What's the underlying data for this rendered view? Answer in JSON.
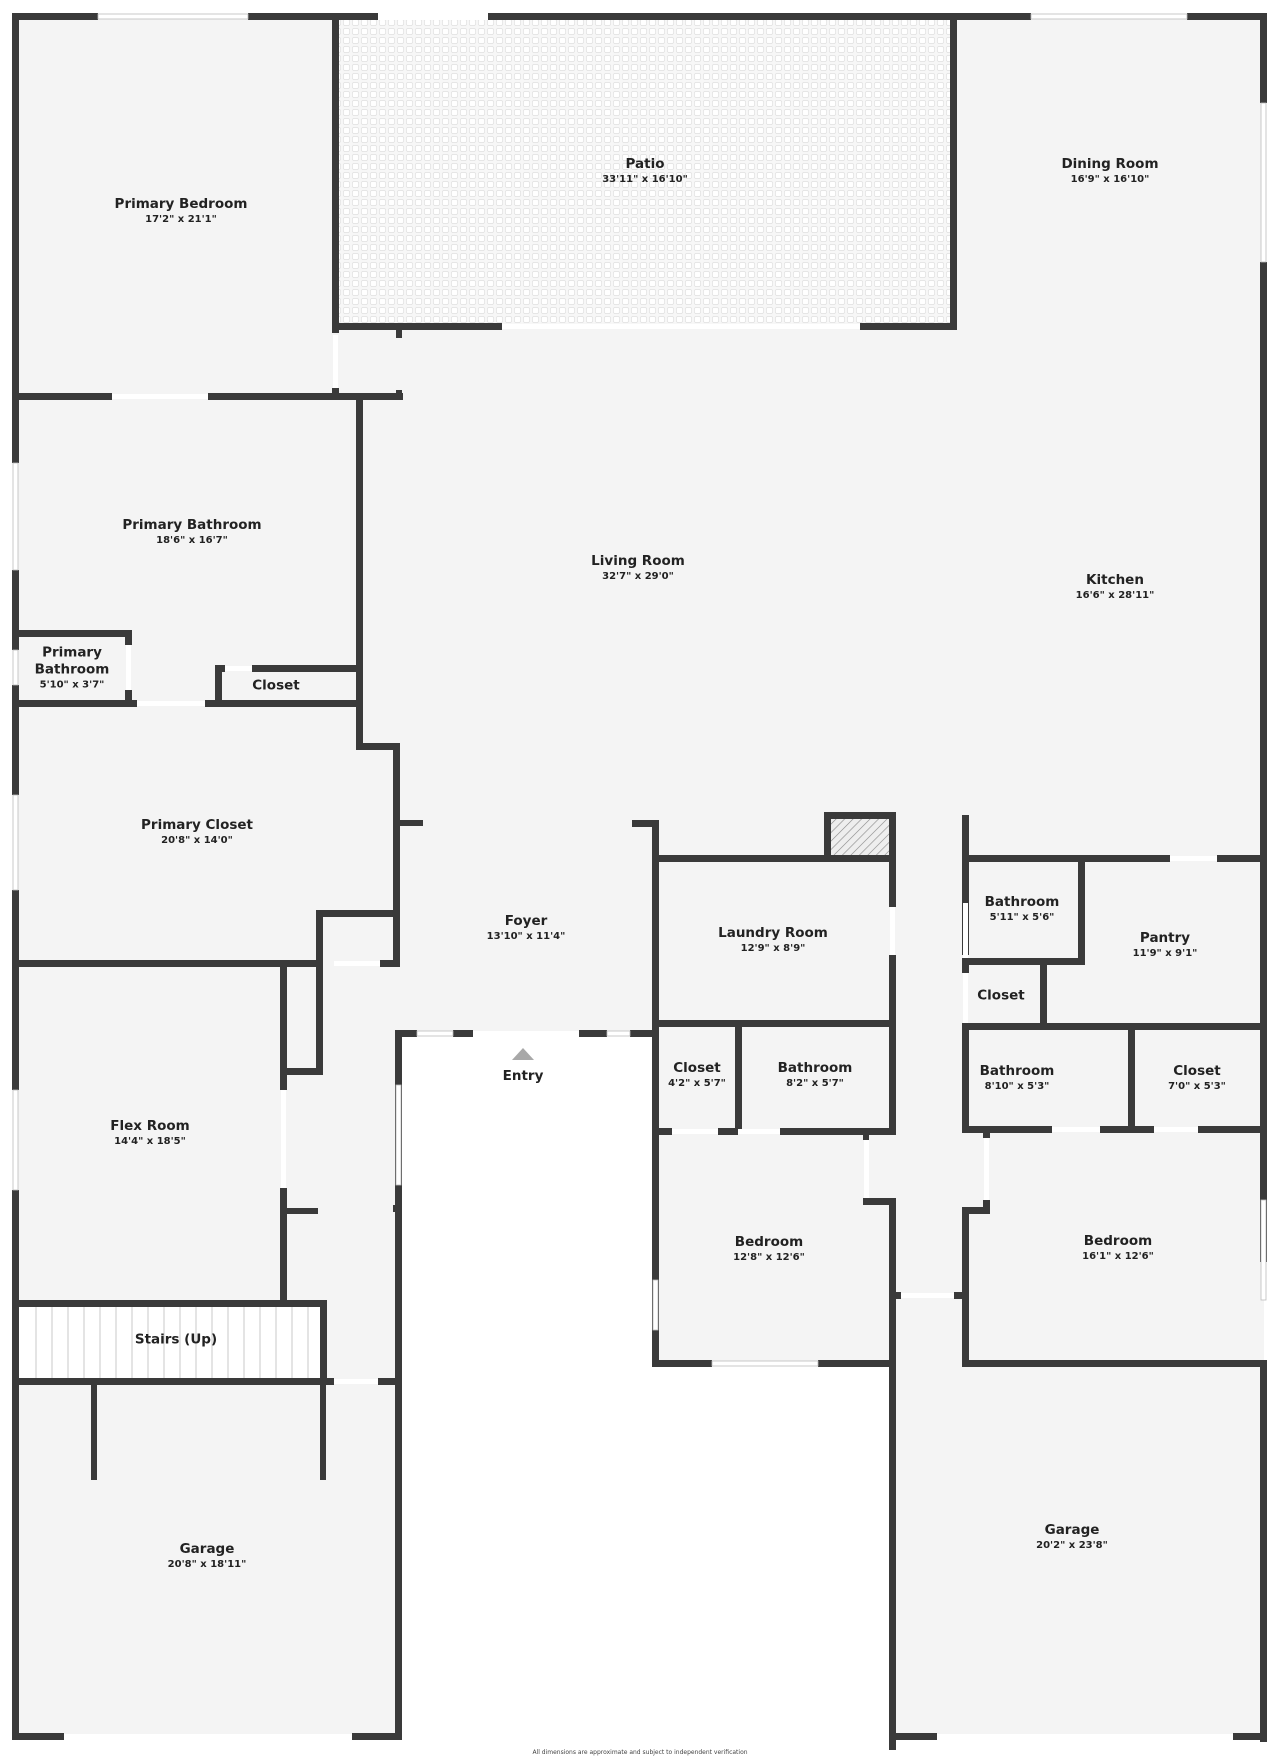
{
  "floorplan": {
    "colors": {
      "wall": "#3a3a3a",
      "floor": "#f4f4f4",
      "background": "#ffffff",
      "patio_tile": "#ebebeb",
      "entry_marker": "#a8a8a8"
    },
    "rooms": [
      {
        "id": "primary-bedroom",
        "name": "Primary Bedroom",
        "dims": "17'2\" x 21'1\""
      },
      {
        "id": "patio",
        "name": "Patio",
        "dims": "33'11\" x 16'10\""
      },
      {
        "id": "dining-room",
        "name": "Dining Room",
        "dims": "16'9\" x 16'10\""
      },
      {
        "id": "primary-bathroom",
        "name": "Primary Bathroom",
        "dims": "18'6\" x 16'7\""
      },
      {
        "id": "living-room",
        "name": "Living Room",
        "dims": "32'7\" x 29'0\""
      },
      {
        "id": "kitchen",
        "name": "Kitchen",
        "dims": "16'6\" x 28'11\""
      },
      {
        "id": "primary-bathroom-small",
        "name": "Primary\nBathroom",
        "dims": "5'10\" x 3'7\""
      },
      {
        "id": "closet-primary",
        "name": "Closet",
        "dims": ""
      },
      {
        "id": "primary-closet",
        "name": "Primary Closet",
        "dims": "20'8\" x 14'0\""
      },
      {
        "id": "foyer",
        "name": "Foyer",
        "dims": "13'10\" x 11'4\""
      },
      {
        "id": "laundry-room",
        "name": "Laundry Room",
        "dims": "12'9\" x 8'9\""
      },
      {
        "id": "bathroom-hall",
        "name": "Bathroom",
        "dims": "5'11\" x 5'6\""
      },
      {
        "id": "pantry",
        "name": "Pantry",
        "dims": "11'9\" x 9'1\""
      },
      {
        "id": "closet-hall",
        "name": "Closet",
        "dims": ""
      },
      {
        "id": "closet-left",
        "name": "Closet",
        "dims": "4'2\" x 5'7\""
      },
      {
        "id": "bathroom-left",
        "name": "Bathroom",
        "dims": "8'2\" x 5'7\""
      },
      {
        "id": "bathroom-right",
        "name": "Bathroom",
        "dims": "8'10\" x 5'3\""
      },
      {
        "id": "closet-right",
        "name": "Closet",
        "dims": "7'0\" x 5'3\""
      },
      {
        "id": "flex-room",
        "name": "Flex Room",
        "dims": "14'4\" x 18'5\""
      },
      {
        "id": "bedroom-left",
        "name": "Bedroom",
        "dims": "12'8\" x 12'6\""
      },
      {
        "id": "bedroom-right",
        "name": "Bedroom",
        "dims": "16'1\" x 12'6\""
      },
      {
        "id": "stairs",
        "name": "Stairs (Up)",
        "dims": ""
      },
      {
        "id": "garage-left",
        "name": "Garage",
        "dims": "20'8\" x 18'11\""
      },
      {
        "id": "garage-right",
        "name": "Garage",
        "dims": "20'2\" x 23'8\""
      }
    ],
    "entry_label": "Entry",
    "footer_note": "All dimensions are approximate and subject to independent verification"
  }
}
